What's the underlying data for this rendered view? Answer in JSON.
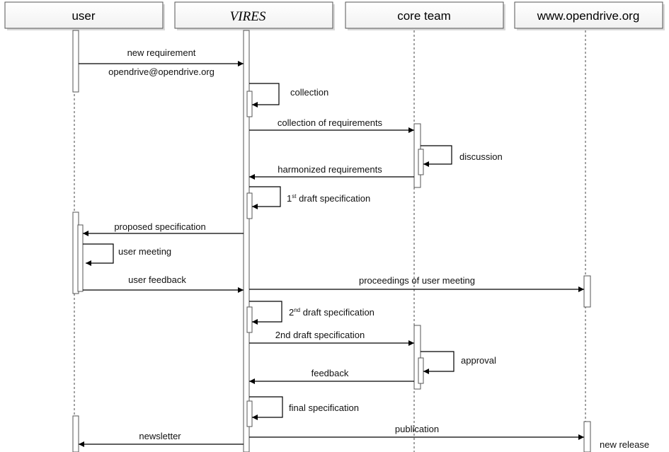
{
  "participants": {
    "user": "user",
    "vires": "VIRES",
    "core_team": "core team",
    "website": "www.opendrive.org"
  },
  "messages": {
    "new_requirement": "new requirement",
    "email": "opendrive@opendrive.org",
    "collection": "collection",
    "collection_of_requirements": "collection of requirements",
    "discussion": "discussion",
    "harmonized_requirements": "harmonized requirements",
    "first_draft_num": "1",
    "first_draft_sup": "st",
    "first_draft_text": " draft specification",
    "proposed_specification": "proposed specification",
    "user_meeting": "user meeting",
    "user_feedback": "user feedback",
    "proceedings": "proceedings of user meeting",
    "second_draft_num": "2",
    "second_draft_sup": "nd",
    "second_draft_text": " draft specification",
    "second_draft_message": "2nd draft specification",
    "approval": "approval",
    "feedback": "feedback",
    "final_specification": "final specification",
    "newsletter": "newsletter",
    "publication": "publication",
    "new_release": "new release"
  }
}
